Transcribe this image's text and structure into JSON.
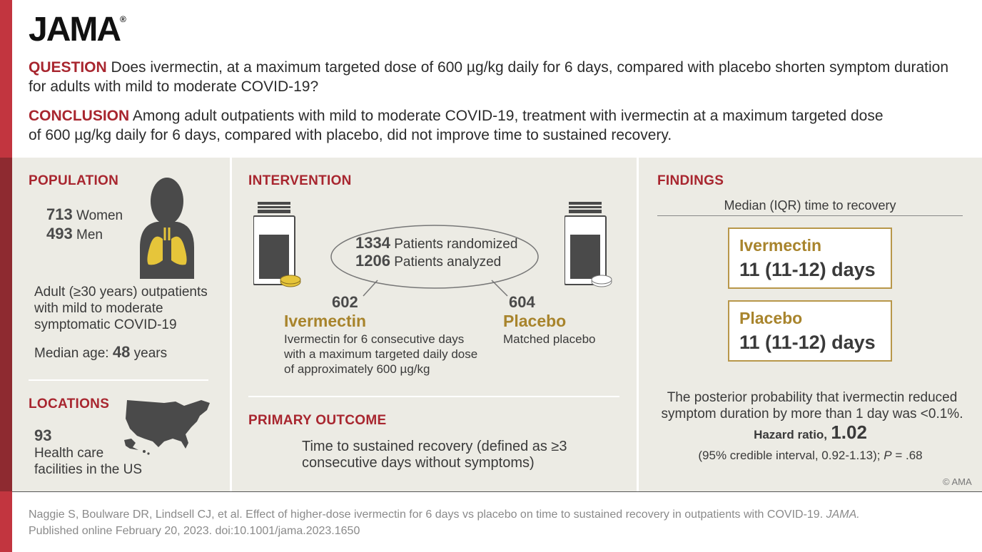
{
  "brand": {
    "logo": "JAMA",
    "trademark": "®"
  },
  "question": {
    "label": "QUESTION",
    "text": "Does ivermectin, at a maximum targeted dose of 600 µg/kg daily for 6 days, compared with placebo shorten symptom duration for adults with mild to moderate COVID-19?"
  },
  "conclusion": {
    "label": "CONCLUSION",
    "text": "Among adult outpatients with mild to moderate COVID-19, treatment with ivermectin at a maximum targeted dose of 600 µg/kg daily for 6 days, compared with placebo, did not improve time to sustained recovery."
  },
  "population": {
    "heading": "POPULATION",
    "women_count": "713",
    "women_label": "Women",
    "men_count": "493",
    "men_label": "Men",
    "description": "Adult (≥30 years) outpatients with mild to moderate symptomatic COVID-19",
    "median_age_label": "Median age:",
    "median_age_value": "48",
    "median_age_unit": "years"
  },
  "locations": {
    "heading": "LOCATIONS",
    "count": "93",
    "description": "Health care facilities in the US"
  },
  "intervention": {
    "heading": "INTERVENTION",
    "randomized_count": "1334",
    "randomized_label": "Patients randomized",
    "analyzed_count": "1206",
    "analyzed_label": "Patients analyzed",
    "arm1": {
      "count": "602",
      "name": "Ivermectin",
      "description": "Ivermectin for 6 consecutive days with a maximum targeted daily dose of approximately 600 µg/kg"
    },
    "arm2": {
      "count": "604",
      "name": "Placebo",
      "description": "Matched placebo"
    }
  },
  "primary_outcome": {
    "heading": "PRIMARY OUTCOME",
    "text": "Time to sustained recovery (defined as ≥3 consecutive days without symptoms)"
  },
  "findings": {
    "heading": "FINDINGS",
    "subheading": "Median (IQR) time to recovery",
    "ivermectin_label": "Ivermectin",
    "ivermectin_value": "11 (11-12) days",
    "placebo_label": "Placebo",
    "placebo_value": "11 (11-12) days",
    "posterior_text": "The posterior probability that ivermectin reduced symptom duration by more than 1 day was <0.1%.",
    "hr_label": "Hazard ratio,",
    "hr_value": "1.02",
    "ci_text": "(95% credible interval, 0.92-1.13);",
    "p_label": "P",
    "p_value": "= .68",
    "copyright": "© AMA"
  },
  "citation": {
    "authors": "Naggie S, Boulware DR, Lindsell CJ, et al. Effect of higher-dose ivermectin for 6 days vs placebo on time to sustained recovery in outpatients with COVID-19.",
    "journal": "JAMA.",
    "published": "Published online February 20, 2023. doi:10.1001/jama.2023.1650"
  },
  "colors": {
    "accent_red": "#a8262f",
    "bar_red": "#c2353f",
    "gold": "#a8842c",
    "panel_bg": "#ecebe4",
    "icon_gray": "#4a4a4a",
    "lung_yellow": "#e6c53a"
  }
}
